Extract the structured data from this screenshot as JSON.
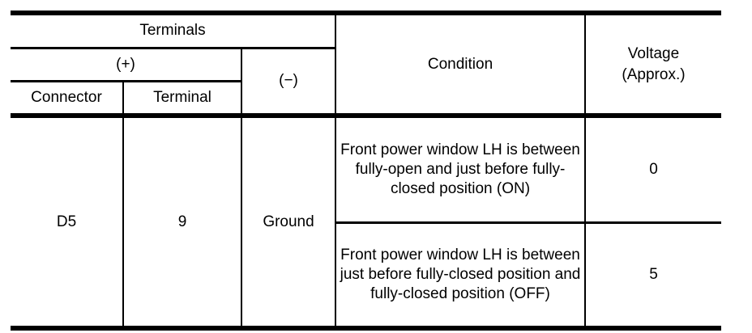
{
  "colors": {
    "background": "#ffffff",
    "line": "#000000",
    "text": "#000000"
  },
  "table": {
    "header": {
      "terminals": "Terminals",
      "plus": "(+)",
      "minus": "(−)",
      "connector": "Connector",
      "terminal": "Terminal",
      "condition": "Condition",
      "voltage_line1": "Voltage",
      "voltage_line2": "(Approx.)"
    },
    "body": {
      "connector": "D5",
      "terminal": "9",
      "minus": "Ground",
      "rows": [
        {
          "condition": "Front power window LH is between fully-open and just before fully-closed position (ON)",
          "voltage": "0"
        },
        {
          "condition": "Front power window LH is between just before fully-closed position and fully-closed position (OFF)",
          "voltage": "5"
        }
      ]
    }
  }
}
